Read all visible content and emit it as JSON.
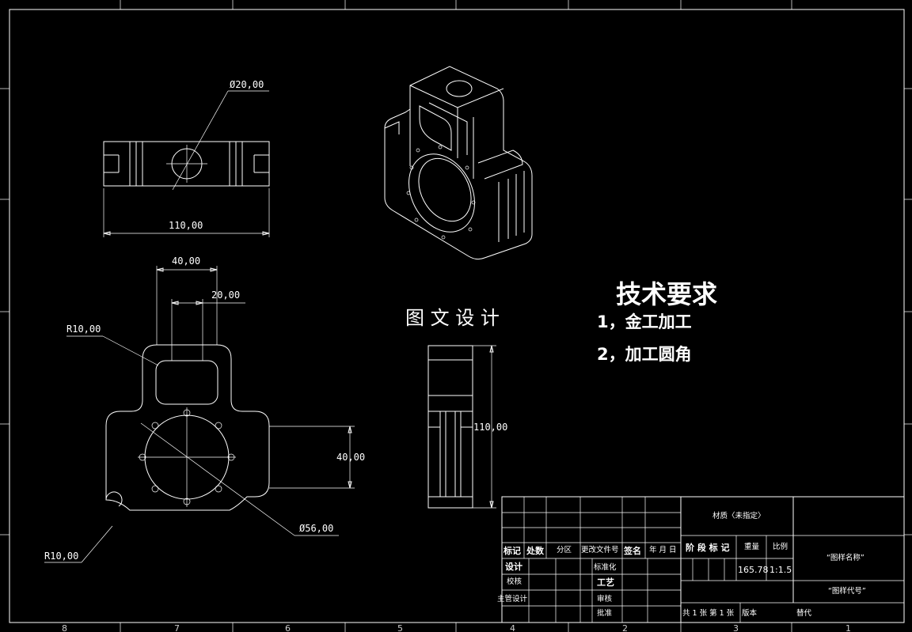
{
  "drawing": {
    "dimensions": {
      "top_hole_dia": "Ø20,00",
      "top_width": "110,00",
      "front_width": "40,00",
      "front_slot": "20,00",
      "front_radius_upper": "R10,00",
      "front_radius_lower": "R10,00",
      "front_height": "40,00",
      "bore_dia": "Ø56,00",
      "side_height": "110,00"
    },
    "watermark": "图 文 设 计",
    "requirements": {
      "title": "技术要求",
      "items": [
        "1，金工加工",
        "2，加工圆角"
      ]
    }
  },
  "title_block": {
    "material": "材质〈未指定〉",
    "drawing_name": "“图样名称”",
    "drawing_code": "“图样代号”",
    "header_mark": "标记",
    "header_count": "处数",
    "header_zone": "分区",
    "header_doc": "更改文件号",
    "header_sign": "签名",
    "header_date": "年 月 日",
    "label_design": "设计",
    "label_check": "校核",
    "label_chief": "主管设计",
    "label_standard": "标准化",
    "label_process": "工艺",
    "label_review": "审核",
    "label_approve": "批准",
    "label_stage": "阶 段 标 记",
    "label_weight": "重量",
    "label_scale": "比例",
    "weight_value": "165.78",
    "scale_value": "1:1.5",
    "sheets": "共 1 张  第 1 张",
    "version": "版本",
    "replace": "替代"
  },
  "zones": [
    "8",
    "7",
    "6",
    "5",
    "4",
    "3",
    "2",
    "1"
  ]
}
